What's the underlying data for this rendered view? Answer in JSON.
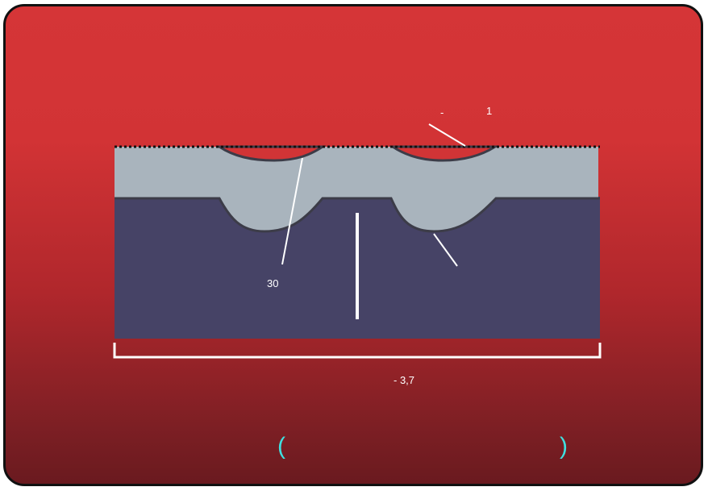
{
  "labels": {
    "dash": "-",
    "one": "1",
    "thirty": "30",
    "width": "- 3,7"
  },
  "brackets": {
    "open": "(",
    "close": ")"
  },
  "colors": {
    "background_top": "#d53537",
    "background_bottom": "#6a1a1f",
    "upper_layer": "#a9b4bd",
    "lower_layer": "#464366",
    "boundary": "#3c3c48",
    "dotted_surface": "#111111",
    "annotation": "#ffffff",
    "bracket_text": "#3fe0e0"
  }
}
